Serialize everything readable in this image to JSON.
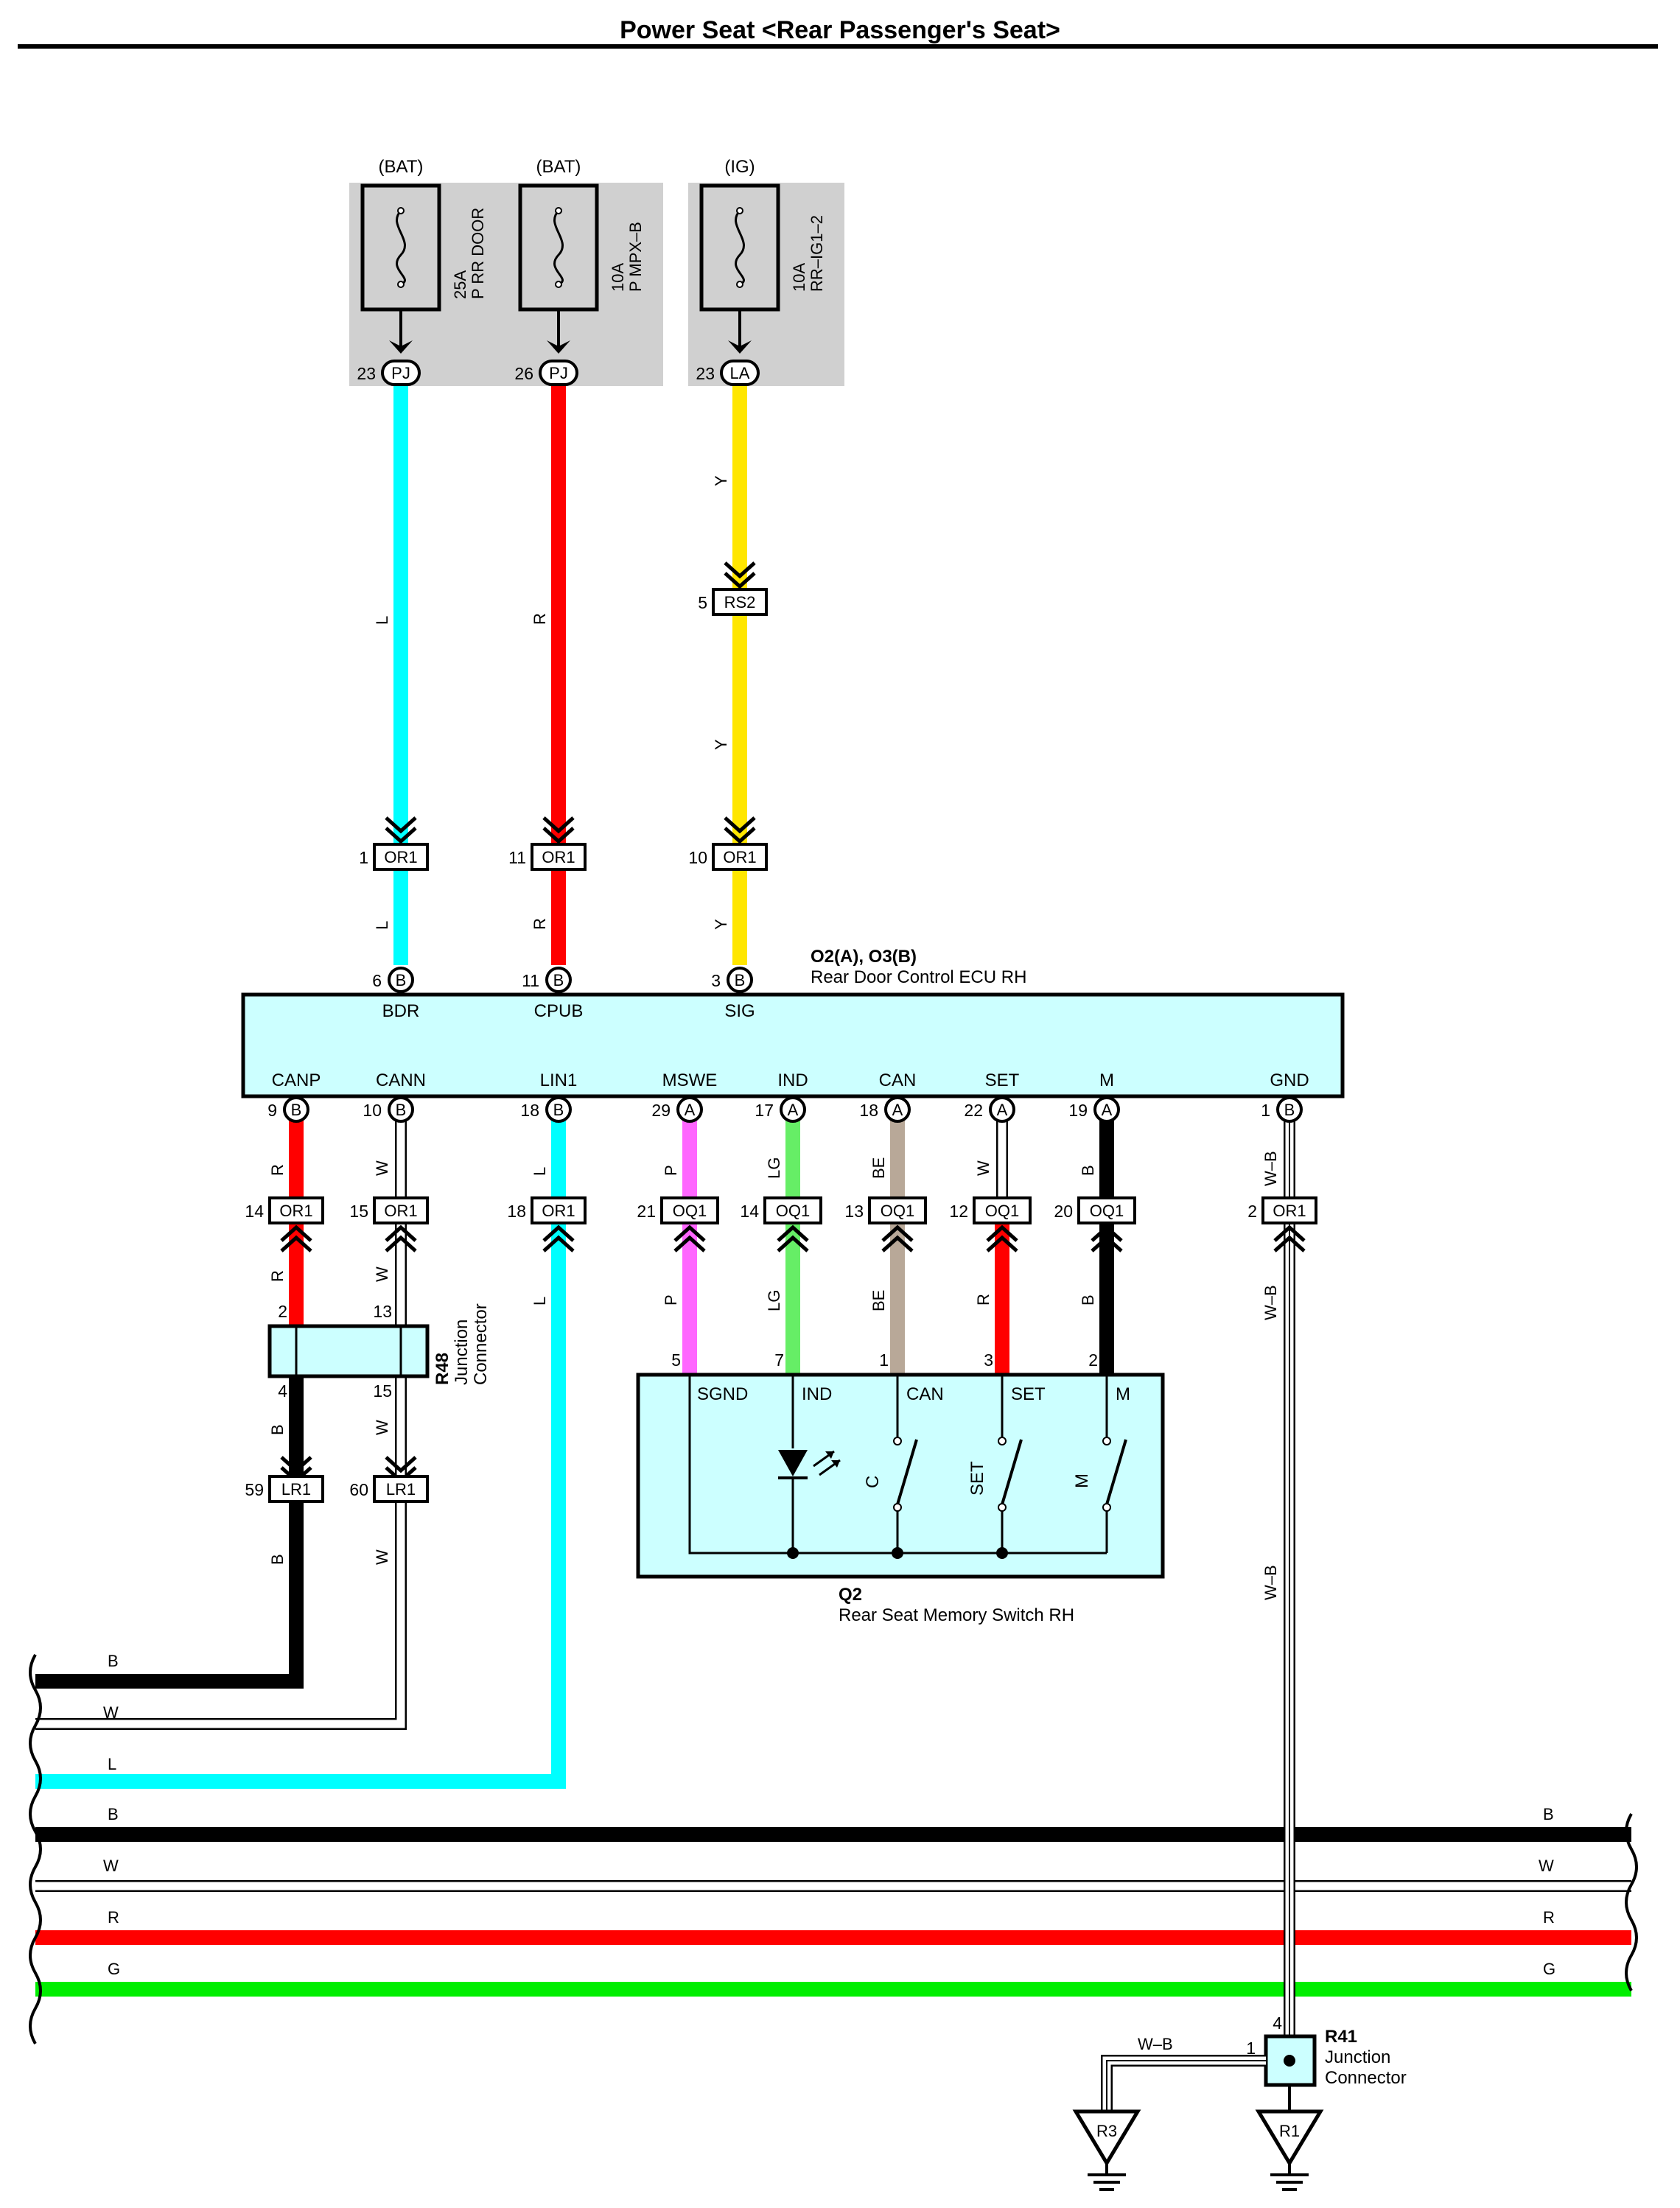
{
  "title": "Power Seat <Rear Passenger's Seat>",
  "fuses": [
    {
      "supply": "(BAT)",
      "rating": "25A",
      "name": "P RR DOOR",
      "pin": "23",
      "conn": "PJ"
    },
    {
      "supply": "(BAT)",
      "rating": "10A",
      "name": "P MPX–B",
      "pin": "26",
      "conn": "PJ"
    },
    {
      "supply": "(IG)",
      "rating": "10A",
      "name": "RR–IG1–2",
      "pin": "23",
      "conn": "LA"
    }
  ],
  "inline_connectors": {
    "rs2": {
      "pin": "5",
      "id": "RS2"
    },
    "or1_top": [
      {
        "pin": "1",
        "id": "OR1"
      },
      {
        "pin": "11",
        "id": "OR1"
      },
      {
        "pin": "10",
        "id": "OR1"
      }
    ],
    "or1_mid": [
      {
        "pin": "14",
        "id": "OR1"
      },
      {
        "pin": "15",
        "id": "OR1"
      },
      {
        "pin": "18",
        "id": "OR1"
      },
      {
        "pin": "2",
        "id": "OR1"
      }
    ],
    "oq1": [
      {
        "pin": "21",
        "id": "OQ1"
      },
      {
        "pin": "14",
        "id": "OQ1"
      },
      {
        "pin": "13",
        "id": "OQ1"
      },
      {
        "pin": "12",
        "id": "OQ1"
      },
      {
        "pin": "20",
        "id": "OQ1"
      }
    ],
    "lr1": [
      {
        "pin": "59",
        "id": "LR1"
      },
      {
        "pin": "60",
        "id": "LR1"
      }
    ]
  },
  "ecu": {
    "id": "O2(A), O3(B)",
    "name": "Rear Door Control ECU RH",
    "top_terminals": [
      {
        "pin": "6",
        "conn": "B",
        "name": "BDR"
      },
      {
        "pin": "11",
        "conn": "B",
        "name": "CPUB"
      },
      {
        "pin": "3",
        "conn": "B",
        "name": "SIG"
      }
    ],
    "bottom_terminals": [
      {
        "pin": "9",
        "conn": "B",
        "name": "CANP"
      },
      {
        "pin": "10",
        "conn": "B",
        "name": "CANN"
      },
      {
        "pin": "18",
        "conn": "B",
        "name": "LIN1"
      },
      {
        "pin": "29",
        "conn": "A",
        "name": "MSWE"
      },
      {
        "pin": "17",
        "conn": "A",
        "name": "IND"
      },
      {
        "pin": "18",
        "conn": "A",
        "name": "CAN"
      },
      {
        "pin": "22",
        "conn": "A",
        "name": "SET"
      },
      {
        "pin": "19",
        "conn": "A",
        "name": "M"
      },
      {
        "pin": "1",
        "conn": "B",
        "name": "GND"
      }
    ]
  },
  "r48": {
    "id": "R48",
    "name_line1": "Junction",
    "name_line2": "Connector",
    "pins": [
      "2",
      "13",
      "4",
      "15"
    ]
  },
  "switch": {
    "id": "Q2",
    "name": "Rear Seat Memory Switch RH",
    "pins": [
      {
        "pin": "5",
        "name": "SGND"
      },
      {
        "pin": "7",
        "name": "IND"
      },
      {
        "pin": "1",
        "name": "CAN"
      },
      {
        "pin": "3",
        "name": "SET"
      },
      {
        "pin": "2",
        "name": "M"
      }
    ],
    "switch_labels": [
      "C",
      "SET",
      "M"
    ]
  },
  "r41": {
    "id": "R41",
    "name_line1": "Junction",
    "name_line2": "Connector",
    "pins": [
      "4",
      "1"
    ]
  },
  "grounds": [
    "R3",
    "R1"
  ],
  "wire_labels": {
    "l": "L",
    "r": "R",
    "y": "Y",
    "w": "W",
    "b": "B",
    "p": "P",
    "lg": "LG",
    "be": "BE",
    "wb": "W–B",
    "g": "G"
  },
  "colors": {
    "L": "#00ffff",
    "R": "#ff0000",
    "Y": "#ffe600",
    "B": "#000000",
    "P": "#ff66ff",
    "LG": "#66ee66",
    "BE": "#b8a898",
    "G": "#00ee00",
    "component_fill": "#ccffff",
    "fuse_panel": "#d0d0d0"
  }
}
